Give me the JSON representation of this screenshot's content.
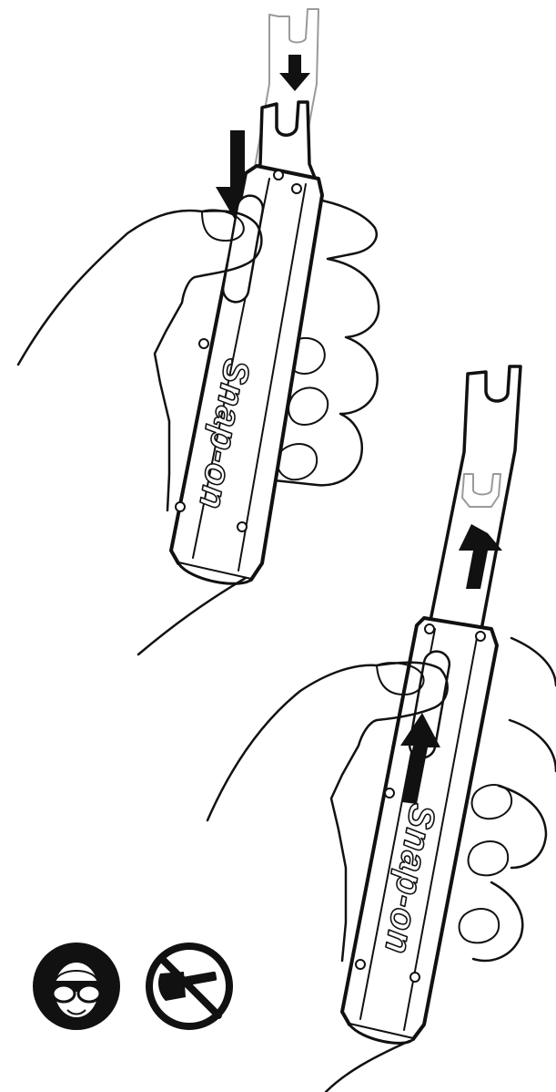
{
  "figure": {
    "brand_label": "Snap-on",
    "colors": {
      "ink": "#111111",
      "ghost": "#9a9a9a",
      "paper": "#ffffff"
    },
    "steps": [
      {
        "action": "push-blade-down",
        "arrows": [
          "arrow-down-icon",
          "arrow-down-icon"
        ]
      },
      {
        "action": "push-blade-up",
        "arrows": [
          "arrow-up-icon",
          "arrow-up-icon"
        ]
      }
    ],
    "safety_icons": [
      "eye-protection-icon",
      "no-hammer-icon"
    ]
  }
}
